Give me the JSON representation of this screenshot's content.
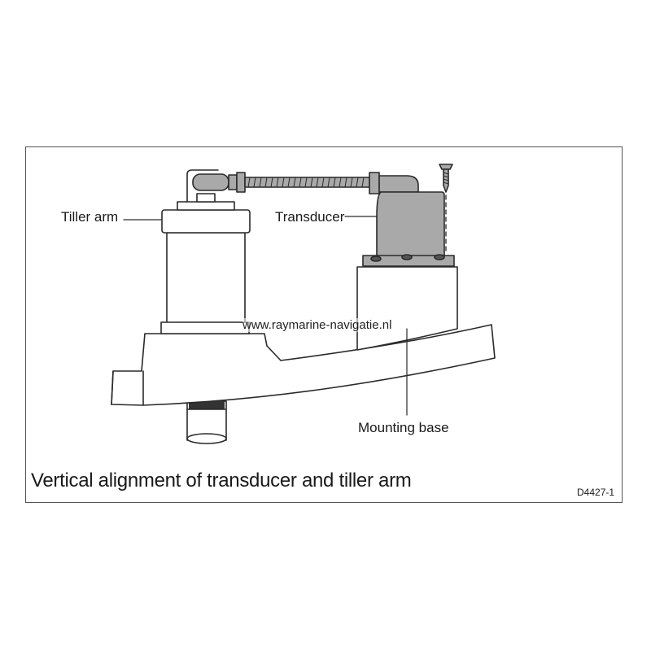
{
  "labels": {
    "tiller_arm": "Tiller arm",
    "transducer": "Transducer",
    "mounting_base": "Mounting base"
  },
  "watermark": "www.raymarine-navigatie.nl",
  "caption": "Vertical alignment of transducer and tiller arm",
  "figure_code": "D4427-1",
  "colors": {
    "metal_gray": "#a9a9a9",
    "outline": "#2a2a2a",
    "background": "#ffffff"
  }
}
